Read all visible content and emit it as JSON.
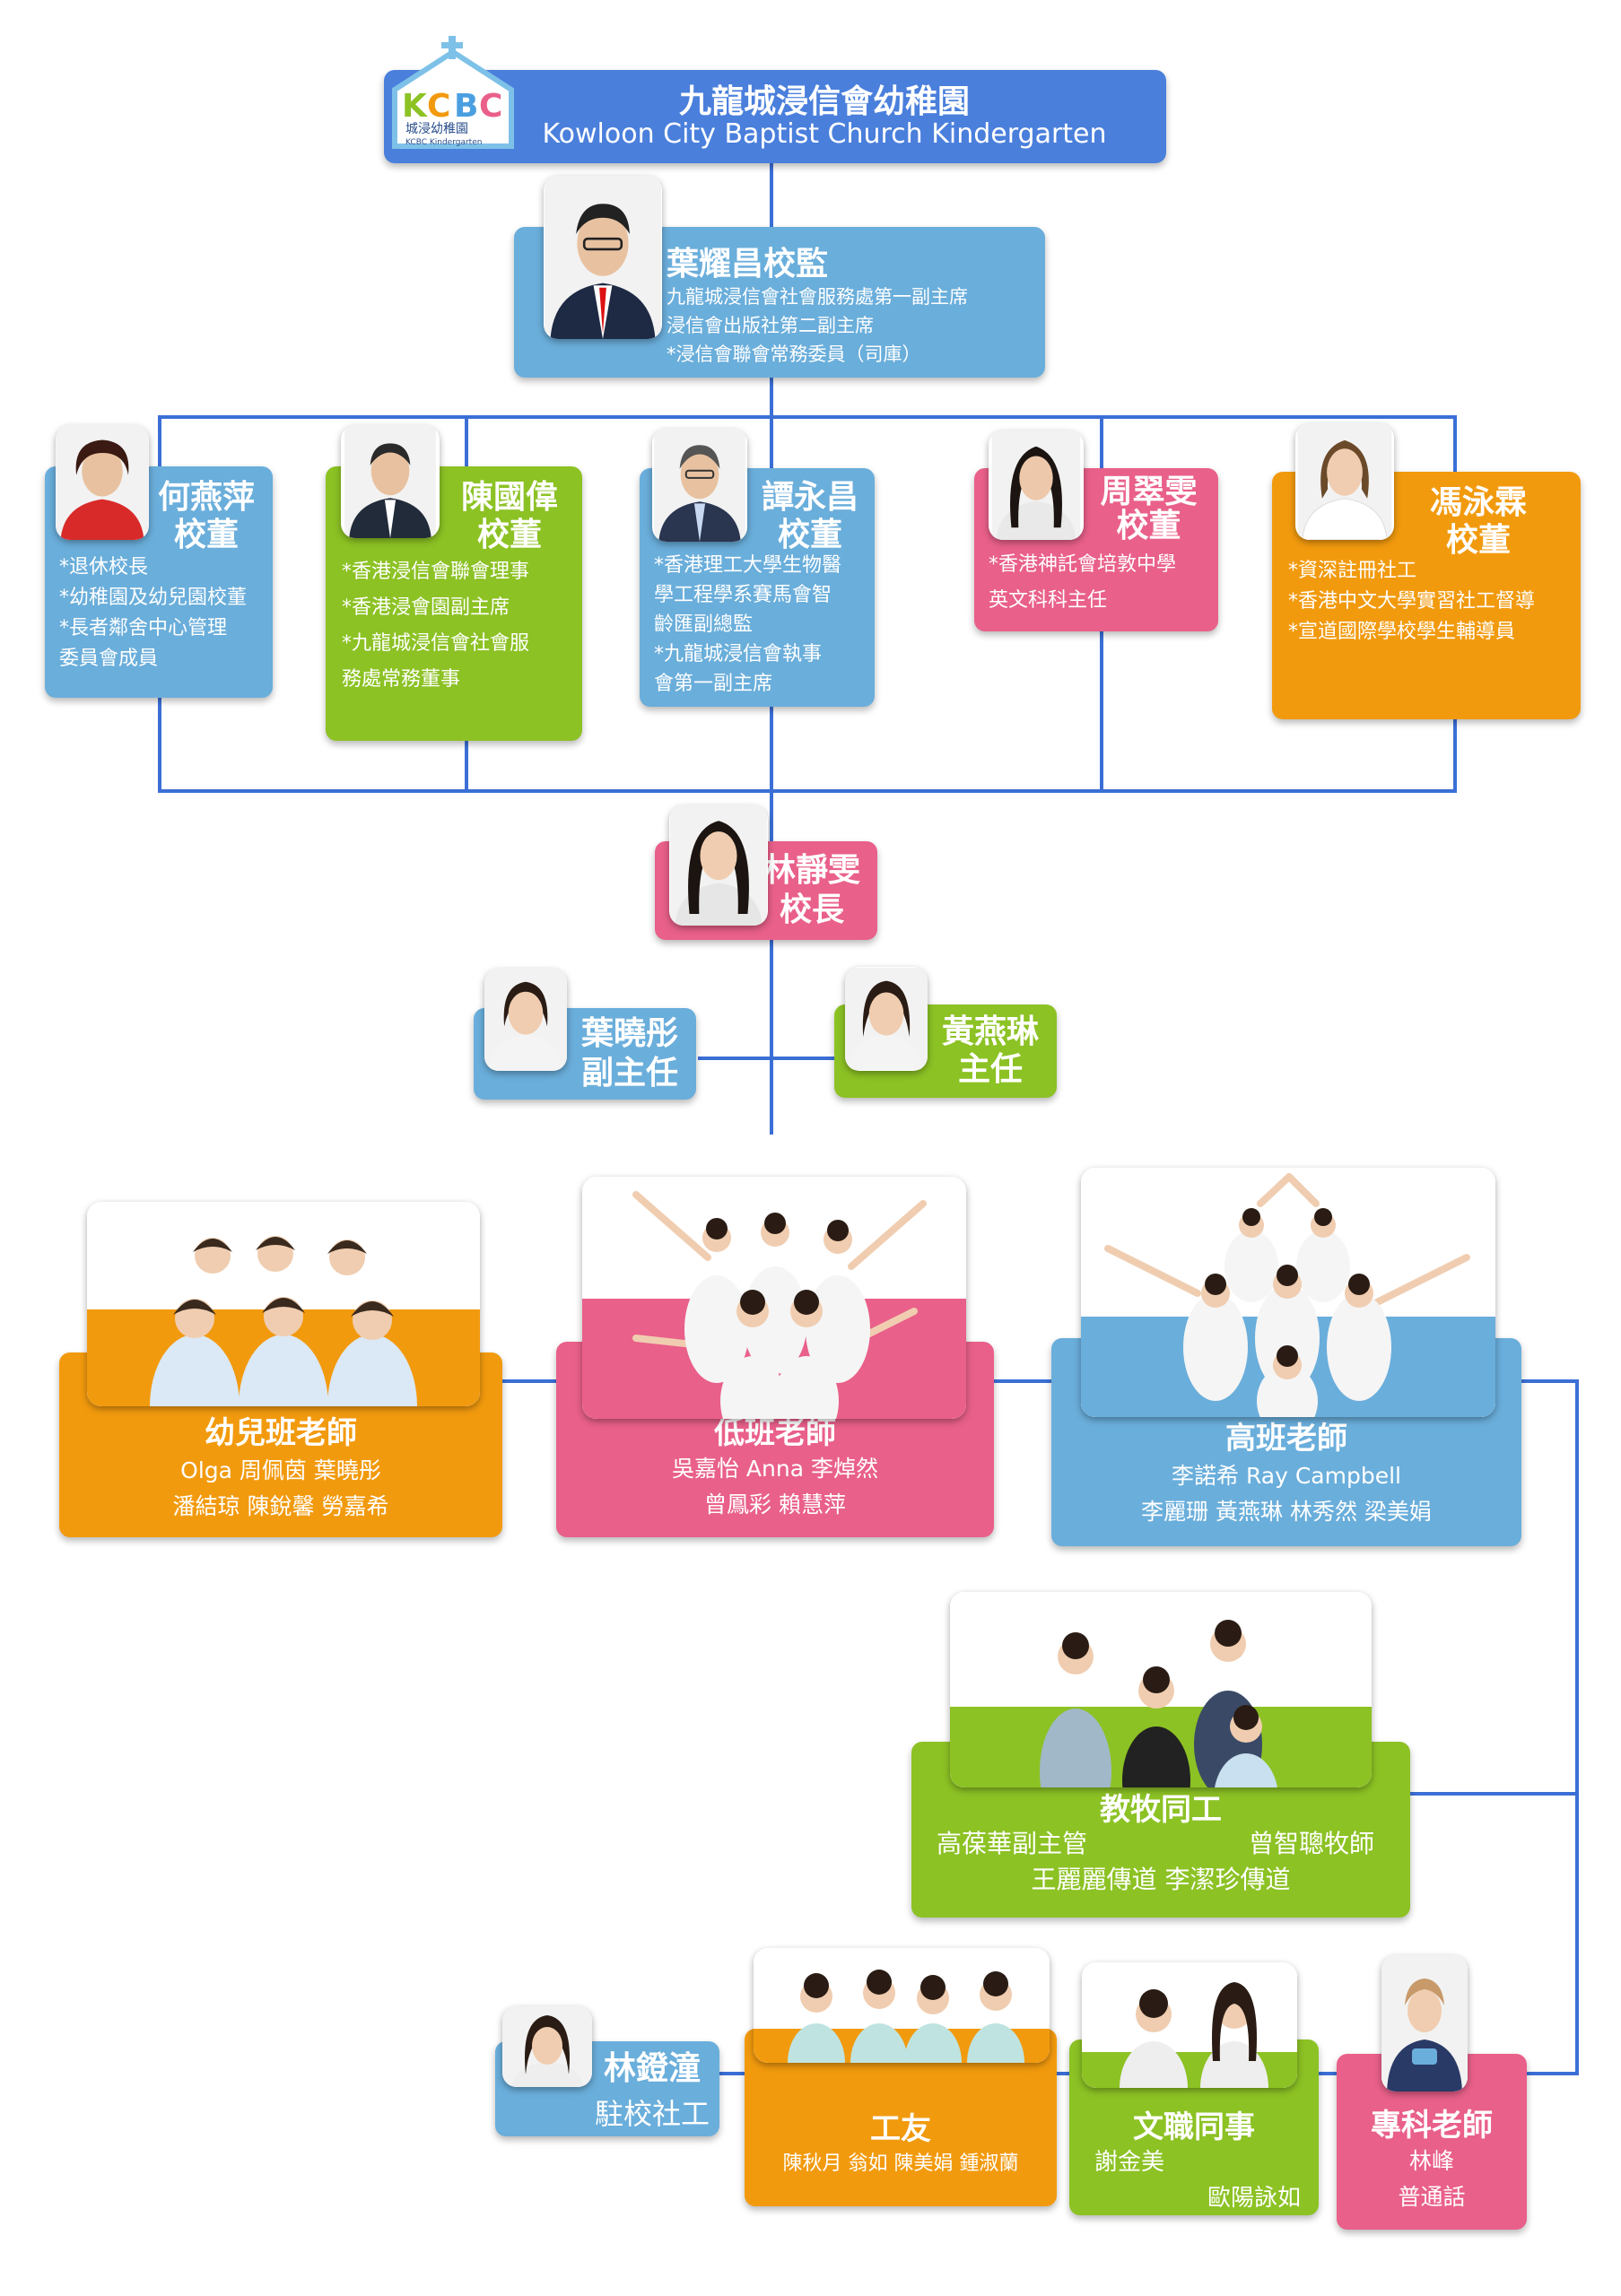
{
  "header": {
    "logo_text": "KCBC",
    "logo_cn": "城浸幼稚園",
    "logo_en": "KCBC Kindergarten",
    "title_cn": "九龍城浸信會幼稚園",
    "title_en": "Kowloon City Baptist Church Kindergarten"
  },
  "supervisor": {
    "name": "葉耀昌校監",
    "duties": [
      "九龍城浸信會社會服務處第一副主席",
      "浸信會出版社第二副主席",
      "*浸信會聯會常務委員（司庫）"
    ]
  },
  "managers": [
    {
      "name": "何燕萍",
      "title": "校董",
      "duties": [
        "*退休校長",
        "*幼稚園及幼兒園校董",
        "*長者鄰舍中心管理",
        " 委員會成員"
      ]
    },
    {
      "name": "陳國偉",
      "title": "校董",
      "duties": [
        "*香港浸信會聯會理事",
        "*香港浸會園副主席",
        "*九龍城浸信會社會服",
        " 務處常務董事"
      ]
    },
    {
      "name": "譚永昌",
      "title": "校董",
      "duties": [
        "*香港理工大學生物醫",
        " 學工程學系賽馬會智",
        " 齡匯副總監",
        "*九龍城浸信會執事",
        " 會第一副主席"
      ]
    },
    {
      "name": "周翠雯",
      "title": "校董",
      "duties": [
        "*香港神託會培敦中學",
        " 英文科科主任"
      ]
    },
    {
      "name": "馮泳霖",
      "title": "校董",
      "duties": [
        "*資深註冊社工",
        "*香港中文大學實習社工督導",
        "*宣道國際學校學生輔導員"
      ]
    }
  ],
  "principal": {
    "name": "林靜雯",
    "title": "校長"
  },
  "vice_head": {
    "name": "葉曉彤",
    "title": "副主任"
  },
  "head": {
    "name": "黃燕琳",
    "title": "主任"
  },
  "groups": {
    "nursery": {
      "name": "幼兒班老師",
      "line1": "Olga  周佩茵  葉曉彤",
      "line2": "潘結琼  陳銳馨  勞嘉希"
    },
    "lower": {
      "name": "低班老師",
      "line1": "吳嘉怡 Anna 李焯然",
      "line2": "曾鳳彩  賴慧萍"
    },
    "upper": {
      "name": "高班老師",
      "line1": "李諾希 Ray Campbell",
      "line2": "李麗珊  黃燕琳  林秀然  梁美娟"
    },
    "pastoral": {
      "name": "教牧同工",
      "line1a": "高葆華副主管",
      "line1b": "曾智聰牧師",
      "line2": "王麗麗傳道   李潔珍傳道"
    },
    "social_worker": {
      "name": "林鐙潼",
      "title": "駐校社工"
    },
    "janitors": {
      "name": "工友",
      "line1": "陳秋月  翁如  陳美娟  鍾淑蘭"
    },
    "clerical": {
      "name": "文職同事",
      "line1": "謝金美",
      "line2": "歐陽詠如"
    },
    "specialist": {
      "name": "專科老師",
      "line1": "林峰",
      "line2": "普通話"
    }
  },
  "colors": {
    "blue": "#6aaedb",
    "green": "#8cc224",
    "pink": "#e9608a",
    "orange": "#f29a0e",
    "royal": "#4a7fdc",
    "line": "#3b6fd6"
  }
}
